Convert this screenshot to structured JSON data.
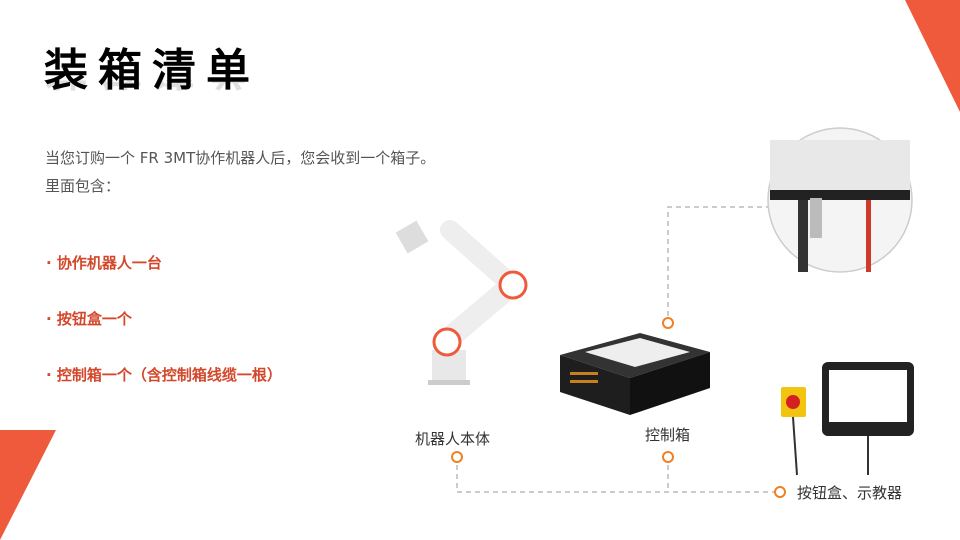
{
  "title": "装箱清单",
  "intro": {
    "line1": "当您订购一个 FR 3MT协作机器人后，您会收到一个箱子。",
    "line2": "里面包含："
  },
  "items": [
    {
      "label": "· 协作机器人一台"
    },
    {
      "label": "· 按钮盒一个"
    },
    {
      "label": "· 控制箱一个（含控制箱线缆一根）"
    }
  ],
  "diagram": {
    "robot_label": "机器人本体",
    "controller_label": "控制箱",
    "pendant_label": "按钮盒、示教器"
  },
  "colors": {
    "accent": "#f05a3c",
    "bullet": "#d4472b",
    "connector": "#f08020"
  }
}
